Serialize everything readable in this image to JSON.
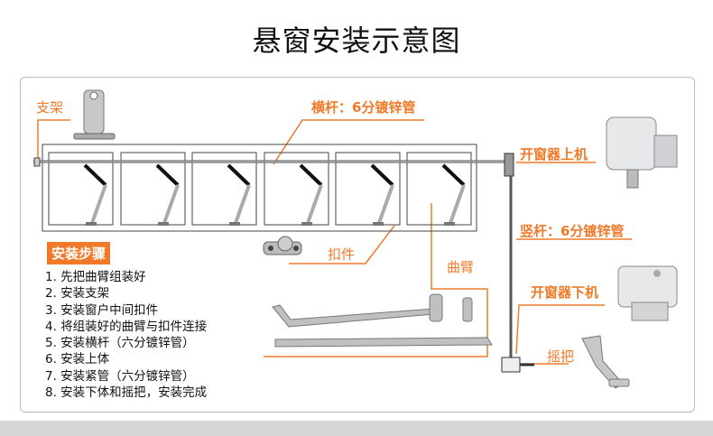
{
  "title": "悬窗安装示意图",
  "labels": {
    "bracket": "支架",
    "crossbar": "横杆：6分镀锌管",
    "upper_unit": "开窗器上机",
    "vertical": "竖杆：6分镀锌管",
    "clip": "扣件",
    "arm": "曲臂",
    "lower_unit": "开窗器下机",
    "handle": "摇把"
  },
  "steps": {
    "title": "安装步骤",
    "items": [
      "1. 先把曲臂组装好",
      "2. 安装支架",
      "3. 安装窗户中间扣件",
      "4. 将组装好的曲臂与扣件连接",
      "5. 安装横杆（六分镀锌管）",
      "6. 安装上体",
      "7. 安装紧管（六分镀锌管）",
      "8. 安装下体和摇把，安装完成"
    ]
  },
  "colors": {
    "accent": "#f07a2a"
  }
}
